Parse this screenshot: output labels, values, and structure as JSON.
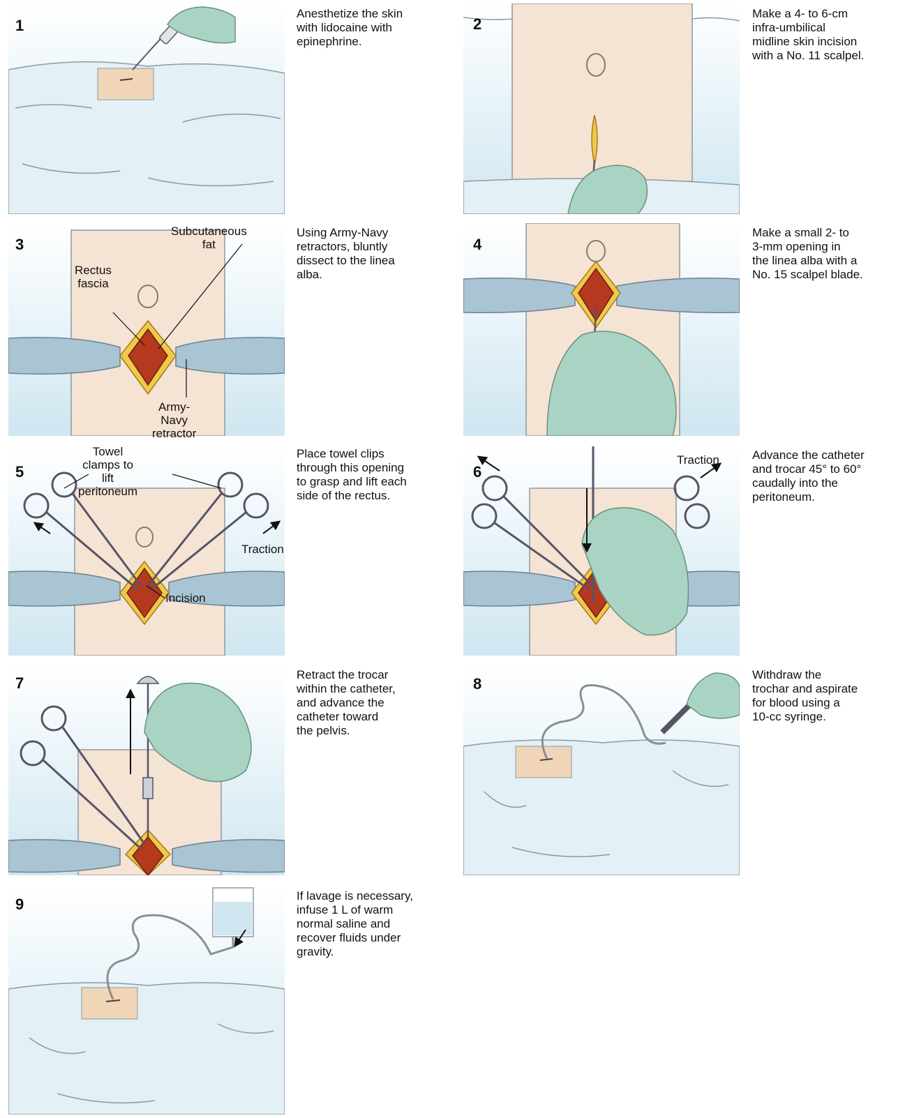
{
  "steps": [
    {
      "number": "1",
      "text": "Anesthetize the skin\nwith lidocaine with\nepinephrine."
    },
    {
      "number": "2",
      "text": "Make a 4- to 6-cm\ninfra-umbilical\nmidline skin incision\nwith a No. 11 scalpel."
    },
    {
      "number": "3",
      "text": "Using Army-Navy\nretractors, bluntly\ndissect to the linea\nalba."
    },
    {
      "number": "4",
      "text": "Make a small 2- to\n3-mm opening in\nthe linea alba with a\nNo. 15 scalpel blade."
    },
    {
      "number": "5",
      "text": "Place towel clips\nthrough this opening\nto grasp and lift each\nside of the rectus."
    },
    {
      "number": "6",
      "text": "Advance the catheter\nand trocar 45° to 60°\ncaudally into the\nperitoneum."
    },
    {
      "number": "7",
      "text": "Retract the trocar\nwithin the catheter,\nand advance the\ncatheter toward\nthe pelvis."
    },
    {
      "number": "8",
      "text": "Withdraw the\ntrochar and aspirate\nfor blood using a\n10-cc syringe."
    },
    {
      "number": "9",
      "text": "If lavage is necessary,\ninfuse 1 L of warm\nnormal saline and\nrecover fluids under\ngravity."
    }
  ],
  "labels": {
    "subcutaneous_fat": "Subcutaneous fat",
    "rectus_fascia": "Rectus\nfascia",
    "army_navy_retractor": "Army-Navy\nretractor",
    "towel_clamps": "Towel clamps to lift\nperitoneum",
    "traction_5": "Traction",
    "incision": "Incision",
    "traction_6": "Traction"
  },
  "colors": {
    "skin": "#f5e3d3",
    "drape": "#e3f0f6",
    "glove": "#a9d4c4",
    "tissue": "#b4391f",
    "fat": "#f0c94a",
    "retractor": "#a9c4d3",
    "instrument": "#c9d3d9"
  }
}
